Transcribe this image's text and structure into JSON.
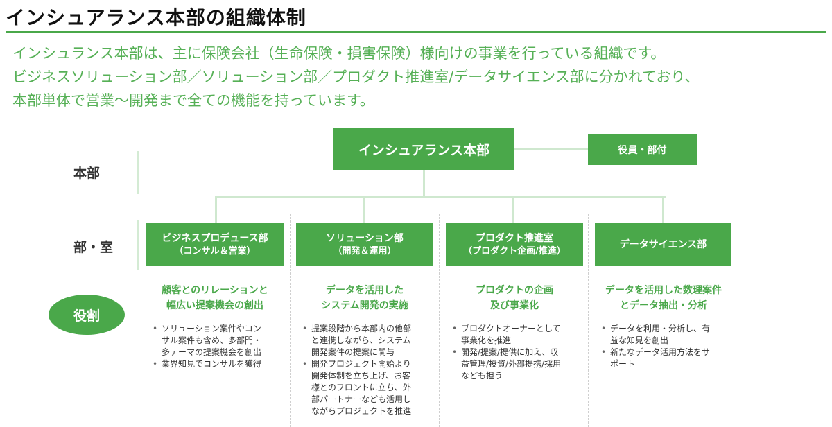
{
  "title": "インシュアランス本部の組織体制",
  "description": [
    "インシュランス本部は、主に保険会社（生命保険・損害保険）様向けの事業を行っている組織です。",
    "ビジネスソリューション部／ソリューション部／プロダクト推進室/データサイエンス部に分かれており、",
    "本部単体で営業〜開発まで全ての機能を持っています。"
  ],
  "row_labels": {
    "hq": "本部",
    "dept": "部・室",
    "role": "役割"
  },
  "hq": {
    "name": "インシュアランス本部"
  },
  "exec": {
    "name": "役員・部付"
  },
  "departments": [
    {
      "name": "ビジネスプロデュース部",
      "sub": "（コンサル＆営業）",
      "role_title": [
        "顧客とのリレーションと",
        "幅広い提案機会の創出"
      ],
      "bullets": [
        [
          "ソリューション案件やコン",
          "サル案件も含め、多部門・",
          "多テーマの提案機会を創出"
        ],
        [
          "業界知見でコンサルを獲得"
        ]
      ]
    },
    {
      "name": "ソリューション部",
      "sub": "（開発＆運用）",
      "role_title": [
        "データを活用した",
        "システム開発の実施"
      ],
      "bullets": [
        [
          "提案段階から本部内の他部",
          "と連携しながら、システム",
          "開発案件の提案に関与"
        ],
        [
          "開発プロジェクト開始より",
          "開発体制を立ち上げ、お客",
          "様とのフロントに立ち、外",
          "部パートナーなども活用し",
          "ながらプロジェクトを推進"
        ]
      ]
    },
    {
      "name": "プロダクト推進室",
      "sub": "（プロダクト企画/推進）",
      "role_title": [
        "プロダクトの企画",
        "及び事業化"
      ],
      "bullets": [
        [
          "プロダクトオーナーとして",
          "事業化を推進"
        ],
        [
          "開発/提案/提供に加え、収",
          "益管理/投資/外部提携/採用",
          "なども担う"
        ]
      ]
    },
    {
      "name": "データサイエンス部",
      "sub": "",
      "role_title": [
        "データを活用した数理案件",
        "とデータ抽出・分析"
      ],
      "bullets": [
        [
          "データを利用・分析し、有",
          "益な知見を創出"
        ],
        [
          "新たなデータ活用方法をサ",
          "ポート"
        ]
      ]
    }
  ]
}
